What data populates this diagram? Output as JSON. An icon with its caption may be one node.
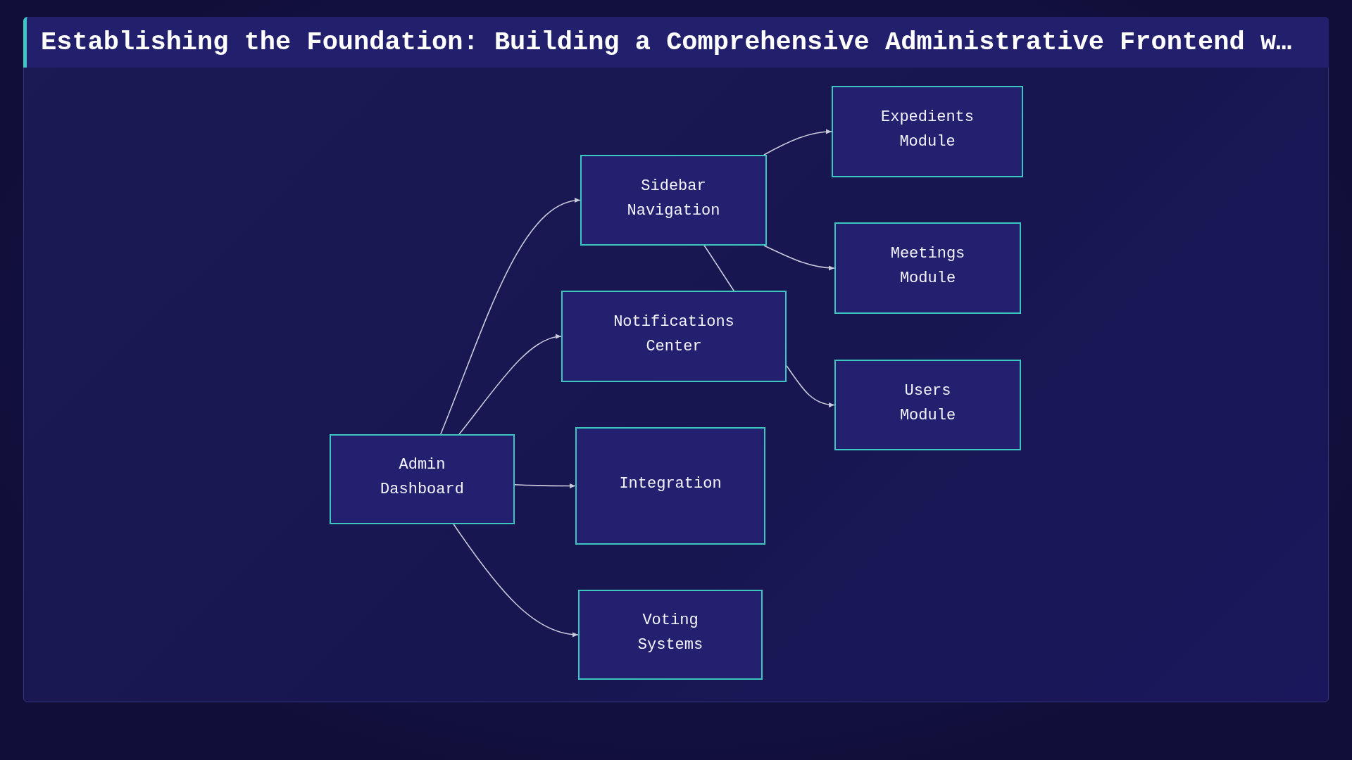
{
  "diagram": {
    "title": "Establishing the Foundation: Building a Comprehensive Administrative Frontend w…",
    "nodes": [
      {
        "text": [
          "Admin Dashboard"
        ]
      },
      {
        "text": [
          "Sidebar Navigation"
        ]
      },
      {
        "text": [
          "Notifications Center"
        ]
      },
      {
        "text": [
          "Integration"
        ]
      },
      {
        "text": [
          "Voting Systems"
        ]
      },
      {
        "text": [
          "Expedients Module"
        ]
      },
      {
        "text": [
          "Meetings Module"
        ]
      },
      {
        "text": [
          "Users Module"
        ]
      }
    ],
    "edges": [
      {
        "from": 0,
        "to": 1,
        "arrow": "to"
      },
      {
        "from": 0,
        "to": 2,
        "arrow": "to"
      },
      {
        "from": 0,
        "to": 3,
        "arrow": "to"
      },
      {
        "from": 0,
        "to": 4,
        "arrow": "to"
      },
      {
        "from": 1,
        "to": 5,
        "arrow": "to"
      },
      {
        "from": 1,
        "to": 6,
        "arrow": "to"
      },
      {
        "from": 1,
        "to": 2,
        "arrow": "none"
      },
      {
        "from": 2,
        "to": 7,
        "arrow": "to"
      }
    ]
  }
}
